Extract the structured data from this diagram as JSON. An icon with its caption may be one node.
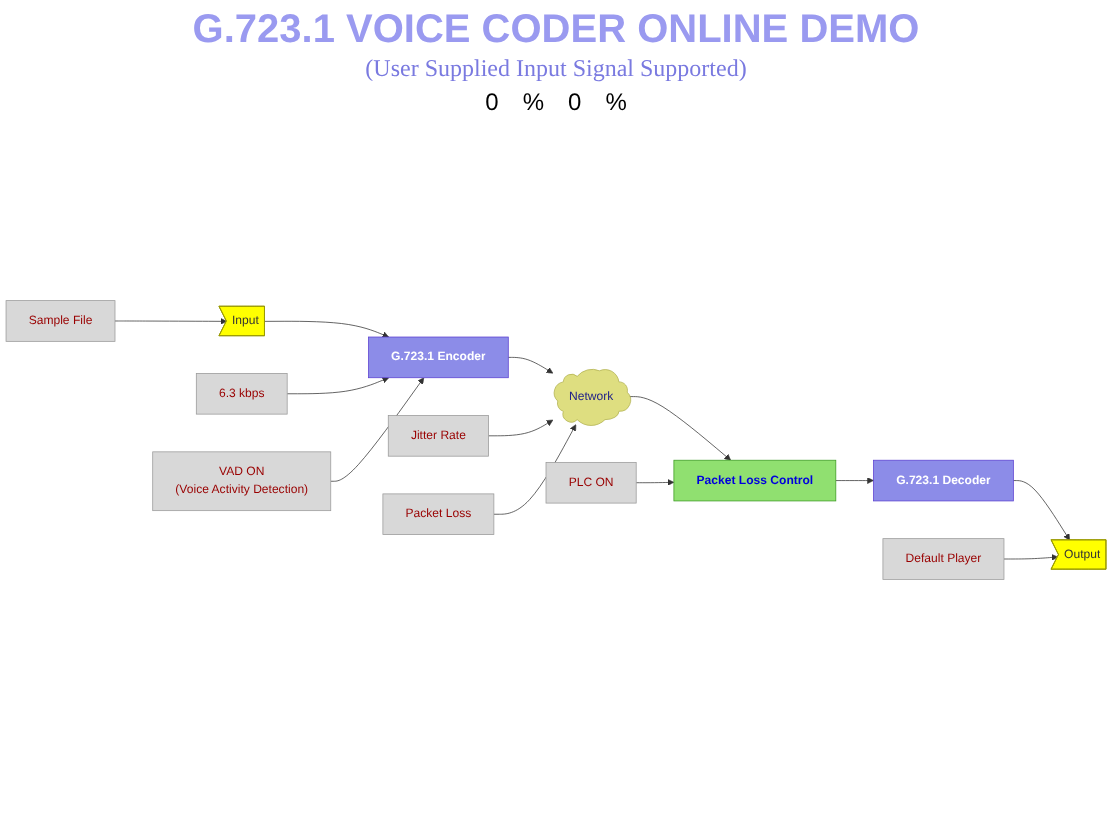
{
  "diagram": {
    "title": "G.723.1 VOICE CODER ONLINE DEMO",
    "caption": "(User Supplied Input Signal Supported)",
    "nodes": [
      {
        "text": [
          "Input"
        ]
      },
      {
        "text": [
          "G.723.1 Encoder"
        ]
      },
      {
        "text": [
          "Network"
        ]
      },
      {
        "text": [
          "Packet Loss Control"
        ]
      },
      {
        "text": [
          "G.723.1 Decoder"
        ]
      },
      {
        "text": [
          "Output"
        ]
      },
      {
        "text": [
          "Sample File"
        ]
      },
      {
        "text": [
          "6.3 kbps"
        ]
      },
      {
        "text": [
          "VAD ON",
          "(Voice Activity Detection)"
        ]
      },
      {
        "text": [
          "Jitter Rate"
        ]
      },
      {
        "text": [
          "Packet Loss"
        ]
      },
      {
        "text": [
          "PLC ON"
        ]
      },
      {
        "text": [
          "Default Player"
        ]
      }
    ],
    "edges": [
      {
        "from": 0,
        "to": 1,
        "arrow": "to"
      },
      {
        "from": 1,
        "to": 2,
        "arrow": "to"
      },
      {
        "from": 2,
        "to": 3,
        "arrow": "to"
      },
      {
        "from": 3,
        "to": 4,
        "arrow": "to"
      },
      {
        "from": 4,
        "to": 5,
        "arrow": "to"
      },
      {
        "from": 6,
        "to": 0,
        "arrow": "to"
      },
      {
        "from": 7,
        "to": 1,
        "arrow": "to"
      },
      {
        "from": 8,
        "to": 1,
        "arrow": "to"
      },
      {
        "from": 9,
        "to": 2,
        "arrow": "to"
      },
      {
        "from": 10,
        "to": 2,
        "arrow": "to"
      },
      {
        "from": 11,
        "to": 3,
        "arrow": "to"
      },
      {
        "from": 12,
        "to": 5,
        "arrow": "to"
      }
    ],
    "labels": [
      "0",
      "%",
      "0",
      "%"
    ]
  }
}
